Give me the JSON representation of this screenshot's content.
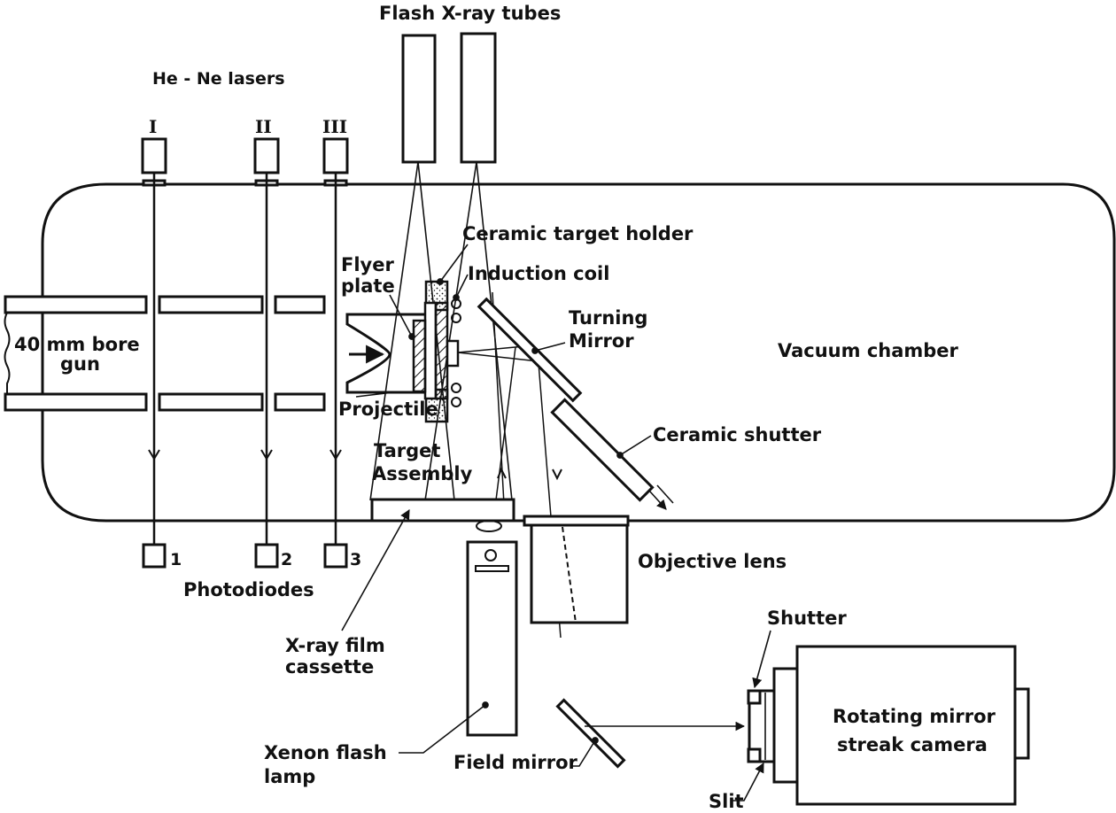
{
  "diagram": {
    "title": "Gas gun flyer plate impact experiment setup",
    "labels": {
      "flash_xray_tubes": "Flash  X-ray tubes",
      "he_ne_lasers": "He - Ne  lasers",
      "laser_numerals": [
        "I",
        "II",
        "III"
      ],
      "gun_line1": "40 mm bore",
      "gun_line2": "gun",
      "ceramic_target_holder": "Ceramic target holder",
      "flyer_plate_line1": "Flyer",
      "flyer_plate_line2": "plate",
      "induction_coil": "Induction coil",
      "turning_mirror_line1": "Turning",
      "turning_mirror_line2": "Mirror",
      "vacuum_chamber": "Vacuum chamber",
      "projectile": "Projectile",
      "target_assembly_line1": "Target",
      "target_assembly_line2": "Assembly",
      "ceramic_shutter": "Ceramic shutter",
      "photodiode_numbers": [
        "1",
        "2",
        "3"
      ],
      "photodiodes": "Photodiodes",
      "objective_lens": "Objective lens",
      "xray_film_line1": "X-ray film",
      "xray_film_line2": "cassette",
      "shutter": "Shutter",
      "camera_line1": "Rotating mirror",
      "camera_line2": "streak camera",
      "xenon_line1": "Xenon flash",
      "xenon_line2": "lamp",
      "field_mirror": "Field mirror",
      "slit": "Slit"
    }
  }
}
